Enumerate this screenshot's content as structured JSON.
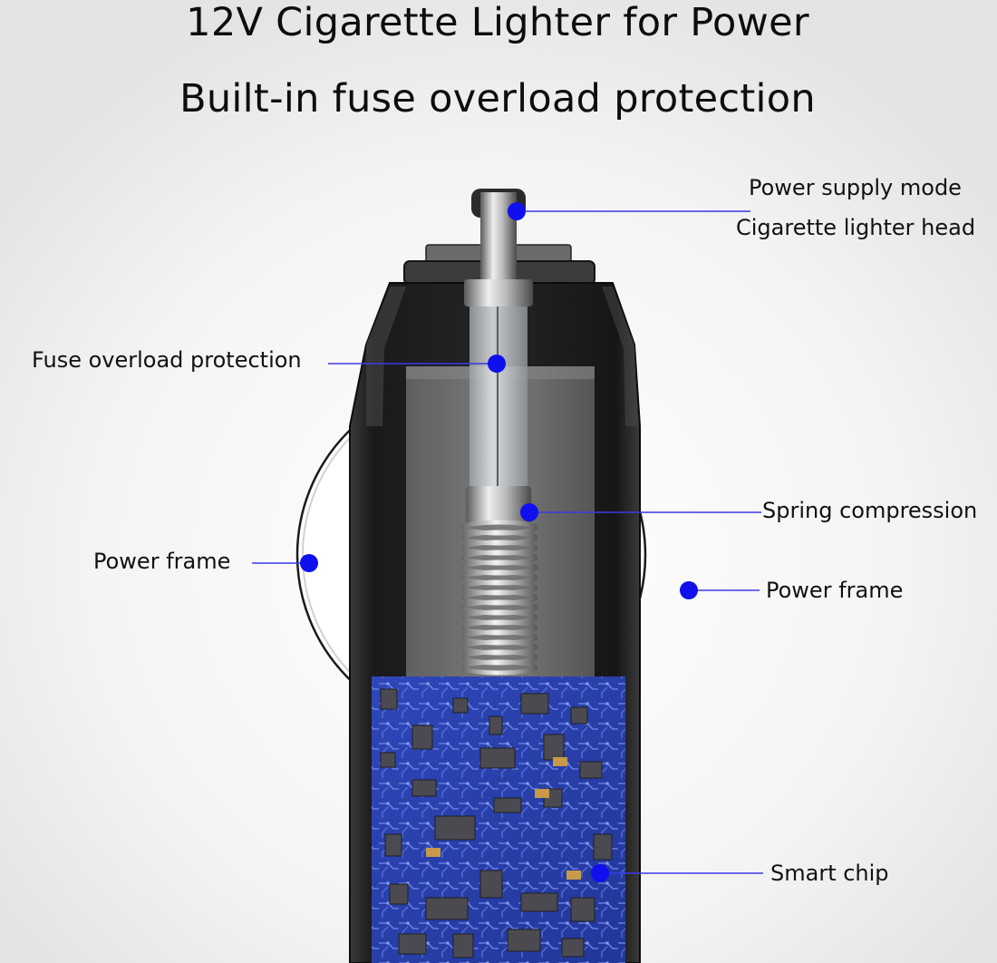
{
  "title": {
    "line1": "12V Cigarette Lighter for Power",
    "line2": "Built-in fuse overload protection"
  },
  "callouts": {
    "power_supply_mode": "Power supply mode",
    "cigarette_lighter_head": "Cigarette lighter head",
    "fuse_overload_protection": "Fuse overload protection",
    "spring_compression": "Spring compression",
    "power_frame_left": "Power frame",
    "power_frame_right": "Power frame",
    "smart_chip": "Smart chip"
  },
  "colors": {
    "callout_dot": "#1010ee",
    "callout_line": "#3a3ae6",
    "plug_body": "#1c1c1c",
    "circuit_board": "#2a3fa8"
  }
}
